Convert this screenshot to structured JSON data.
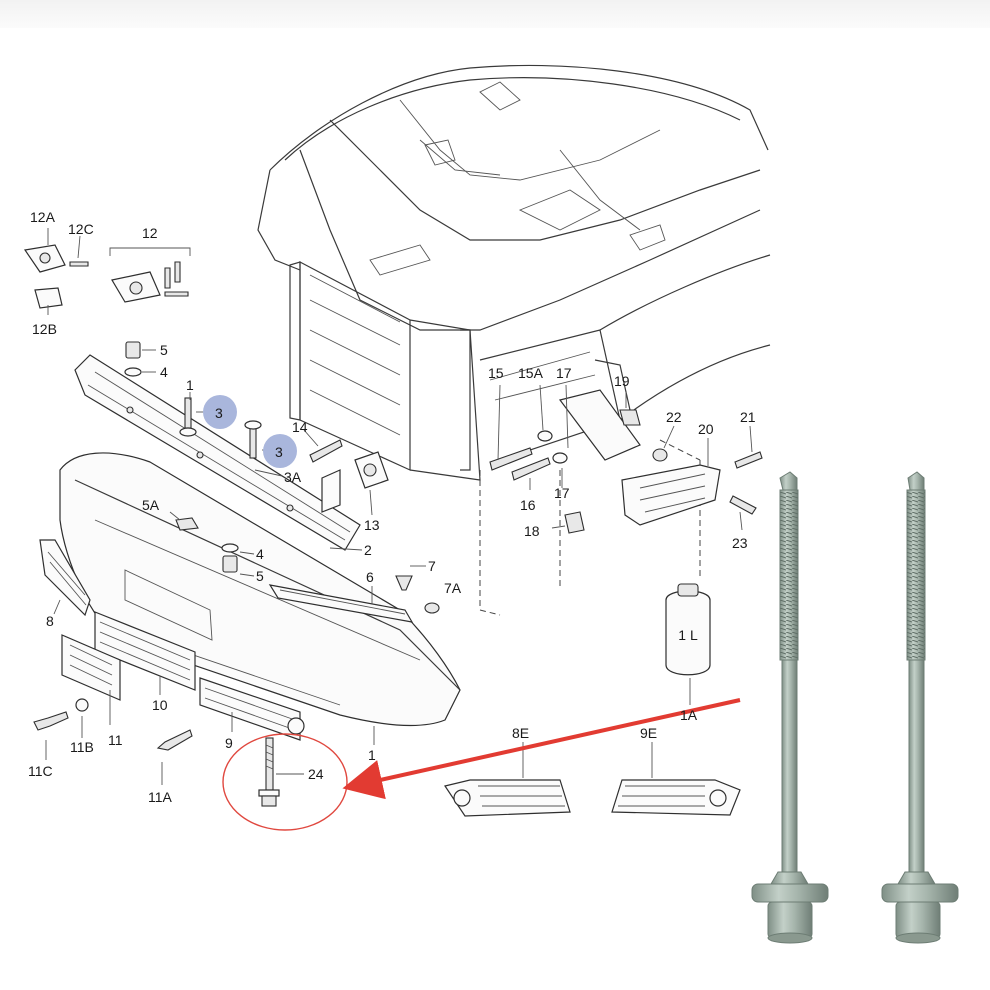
{
  "labels": {
    "l12A": "12A",
    "l12C": "12C",
    "l12": "12",
    "l12B": "12B",
    "l5": "5",
    "l4": "4",
    "l1": "1",
    "l3": "3",
    "l3b": "3",
    "l3A": "3A",
    "l14": "14",
    "l5A": "5A",
    "l4b": "4",
    "l5b": "5",
    "l2": "2",
    "l13": "13",
    "l6": "6",
    "l7": "7",
    "l7A": "7A",
    "l8": "8",
    "l10": "10",
    "l11": "11",
    "l11B": "11B",
    "l11C": "11C",
    "l11A": "11A",
    "l9": "9",
    "l1b": "1",
    "l24": "24",
    "l15": "15",
    "l15A": "15A",
    "l17": "17",
    "l16": "16",
    "l17b": "17",
    "l18": "18",
    "l19": "19",
    "l22": "22",
    "l20": "20",
    "l21": "21",
    "l23": "23",
    "l1A": "1A",
    "l8E": "8E",
    "l9E": "9E"
  },
  "bottle_label": "1 L",
  "colors": {
    "highlight": "#a9b6dc",
    "callout": "#e0483f",
    "arrow": "#e23b32",
    "bolt_metal": "#a9b7ae"
  },
  "icons": [
    "bolt-icon",
    "red-arrow-icon"
  ]
}
